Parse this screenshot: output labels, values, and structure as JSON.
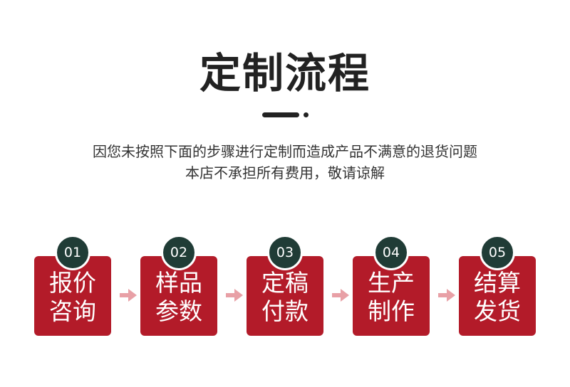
{
  "title": "定制流程",
  "notice": {
    "line1": "因您未按照下面的步骤进行定制而造成产品不满意的退货问题",
    "line2": "本店不承担所有费用，敬请谅解"
  },
  "colors": {
    "accent": "#b31b29",
    "badge": "#203c36",
    "text": "#222222",
    "arrow": "#e8a0a6"
  },
  "steps": [
    {
      "num": "01",
      "line1": "报价",
      "line2": "咨询"
    },
    {
      "num": "02",
      "line1": "样品",
      "line2": "参数"
    },
    {
      "num": "03",
      "line1": "定稿",
      "line2": "付款"
    },
    {
      "num": "04",
      "line1": "生产",
      "line2": "制作"
    },
    {
      "num": "05",
      "line1": "结算",
      "line2": "发货"
    }
  ]
}
